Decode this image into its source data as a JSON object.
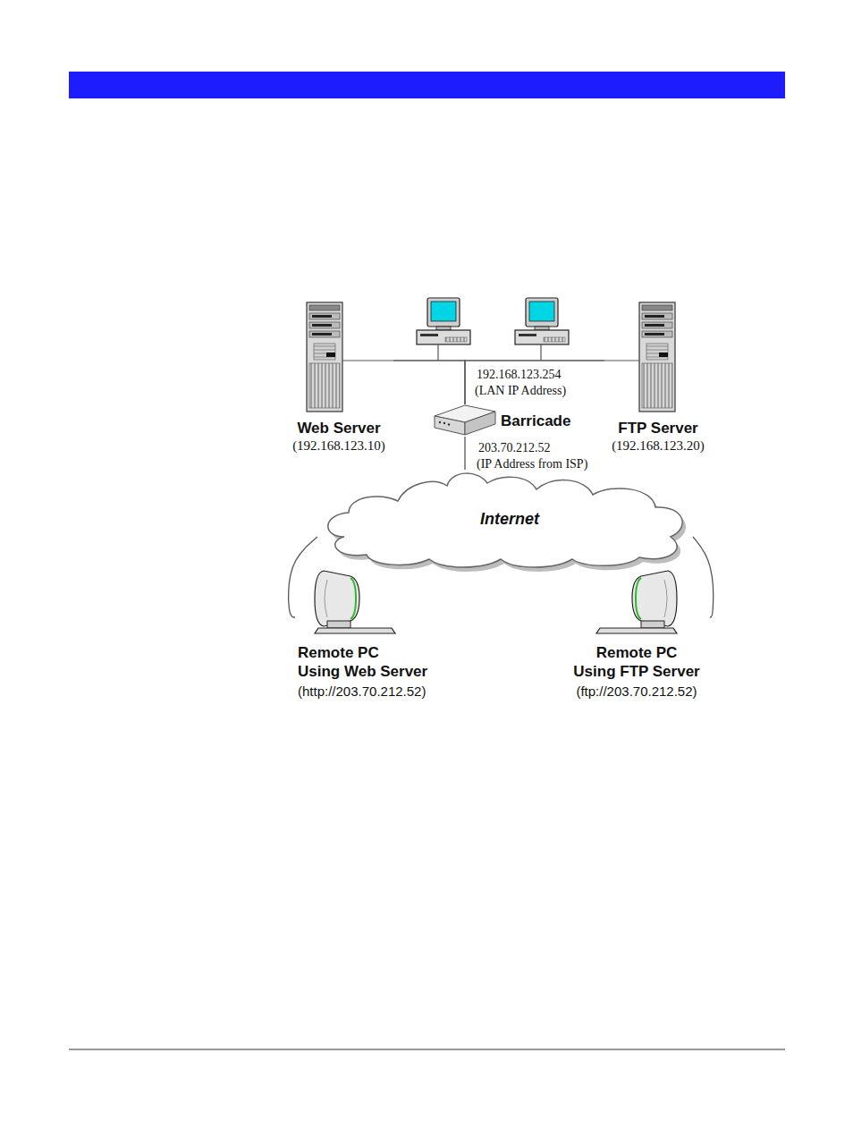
{
  "diagram": {
    "nodes": [
      {
        "text": [
          "Web Server",
          "(192.168.123.10)"
        ]
      },
      {
        "text": [
          "Barricade"
        ]
      },
      {
        "text": [
          "FTP Server",
          "(192.168.123.20)"
        ]
      },
      {
        "text": [
          "Internet"
        ]
      },
      {
        "text": [
          "Remote PC",
          "Using Web Server",
          "(http://203.70.212.52)"
        ]
      },
      {
        "text": [
          "Remote PC",
          "Using FTP Server",
          "(ftp://203.70.212.52)"
        ]
      }
    ],
    "edges": [
      {
        "from": 0,
        "to": 1,
        "arrow": "none"
      },
      {
        "from": 2,
        "to": 1,
        "arrow": "none"
      },
      {
        "from": 1,
        "to": 3,
        "arrow": "none"
      },
      {
        "from": 3,
        "to": 4,
        "arrow": "none"
      },
      {
        "from": 3,
        "to": 5,
        "arrow": "none"
      }
    ],
    "labels": [
      "192.168.123.254",
      "(LAN IP Address)",
      "203.70.212.52",
      "(IP Address from ISP)"
    ]
  }
}
